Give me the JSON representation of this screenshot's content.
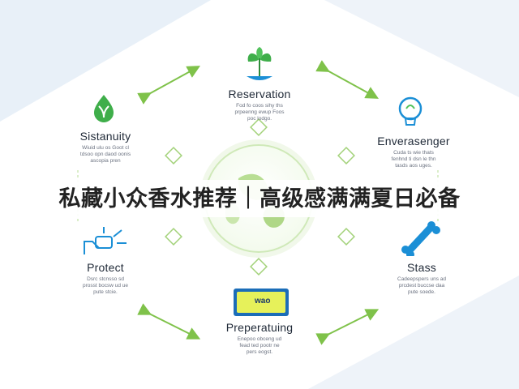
{
  "title": "私藏小众香水推荐｜高级感满满夏日必备",
  "colors": {
    "accent": "#7fc24a",
    "icon_blue": "#1b8fd6",
    "badge_blue": "#1b6db8",
    "badge_yellow": "#e6f15a"
  },
  "nodes": {
    "reservation": {
      "title": "Reservation",
      "desc": [
        "Fod fo coos sihy ths",
        "prpeenng ewup Foos",
        "poc lodgo."
      ],
      "icon": "plant-icon"
    },
    "sustainability": {
      "title": "Sistanuity",
      "desc": [
        "Wiuid ulu os Goot cl",
        "tdsoo opn daod oonis",
        "ascopia pren"
      ],
      "icon": "leaf-drop-icon"
    },
    "enversenger": {
      "title": "Enverasenger",
      "desc": [
        "Cuda ts wie thats",
        "fenhnd ti dsn le thn",
        "tasds aos uges."
      ],
      "icon": "lightbulb-icon"
    },
    "protect": {
      "title": "Protect",
      "desc": [
        "Dsrc stcnsso sd",
        "prosst bocsw ud ue",
        "pute stcie."
      ],
      "icon": "hands-icon"
    },
    "stass": {
      "title": "Stass",
      "desc": [
        "Cadeepspers uns ad",
        "prcdest buccse daa",
        "pute soede."
      ],
      "icon": "bone-icon"
    },
    "preparatuing": {
      "title": "Preperatuing",
      "desc": [
        "Enepoo obceng ud",
        "fead ted pootr ne",
        "pers eogst."
      ],
      "icon": "badge-icon",
      "badge_text": "wao"
    }
  }
}
